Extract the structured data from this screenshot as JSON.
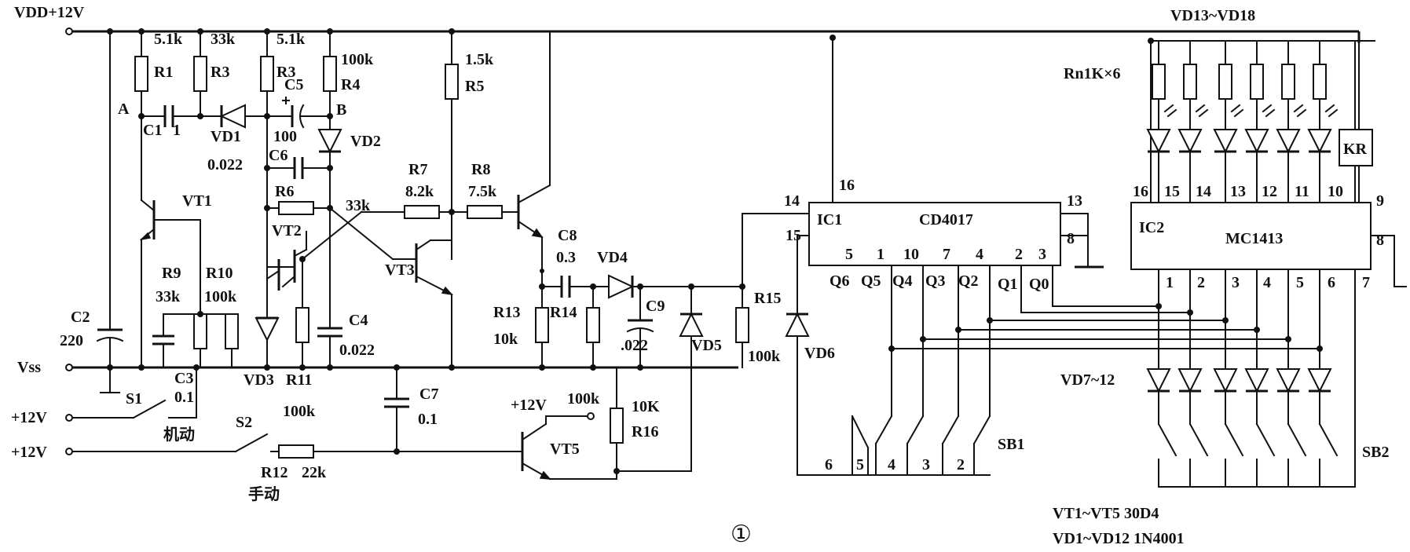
{
  "supply": {
    "vdd": "VDD+12V",
    "vss": "Vss",
    "plus12_a": "+12V",
    "plus12_b": "+12V",
    "plus12_c": "+12V"
  },
  "modes": {
    "auto": "机动",
    "manual": "手动"
  },
  "labels": {
    "A": "A",
    "B": "B",
    "R1": "R1",
    "R1v": "5.1k",
    "R3a": "R3",
    "R3av": "33k",
    "R3b": "R3",
    "R3bv": "5.1k",
    "R4": "R4",
    "R4v": "100k",
    "R5": "R5",
    "R5v": "1.5k",
    "C1": "C1",
    "C1v": "1",
    "VD1": "VD1",
    "C5": "C5",
    "C5v": "100",
    "VD2": "VD2",
    "C6": "C6",
    "C6v": "0.022",
    "R6": "R6",
    "R6v": "33k",
    "R7": "R7",
    "R7v": "8.2k",
    "R8": "R8",
    "R8v": "7.5k",
    "VT1": "VT1",
    "VT2": "VT2",
    "VT3": "VT3",
    "VT5": "VT5",
    "R9": "R9",
    "R9v": "33k",
    "R10": "R10",
    "R10v": "100k",
    "C2": "C2",
    "C2v": "220",
    "C3": "C3",
    "C3v": "0.1",
    "S1": "S1",
    "S2": "S2",
    "VD3": "VD3",
    "R11": "R11",
    "C4": "C4",
    "C4v": "0.022",
    "C7": "C7",
    "C7v": "0.1",
    "R12": "R12",
    "R12v": "22k",
    "S2v": "100k",
    "C8": "C8",
    "C8v": "0.3",
    "VD4": "VD4",
    "R13": "R13",
    "R13v": "10k",
    "R14": "R14",
    "C9": "C9",
    "C9v": ".022",
    "VD5": "VD5",
    "R15": "R15",
    "R15v": "100k",
    "VD6": "VD6",
    "R16": "R16",
    "R16v": "10K",
    "VT5v": "100k",
    "IC1": "IC1",
    "IC1name": "CD4017",
    "IC2": "IC2",
    "IC2name": "MC1413",
    "SB1": "SB1",
    "SB2": "SB2",
    "Rn": "Rn1K×6",
    "VD13": "VD13~VD18",
    "VD7": "VD7~12",
    "KR": "KR"
  },
  "ic1_pins": {
    "p14": "14",
    "p16": "16",
    "p13": "13",
    "p15": "15",
    "p8": "8",
    "top": [
      "5",
      "1",
      "10",
      "7",
      "4",
      "2",
      "3"
    ],
    "q": [
      "Q6",
      "Q5",
      "Q4",
      "Q3",
      "Q2",
      "Q1",
      "Q0"
    ]
  },
  "ic2_pins": {
    "top": [
      "16",
      "15",
      "14",
      "13",
      "12",
      "11",
      "10"
    ],
    "p9": "9",
    "p8": "8",
    "bottom": [
      "1",
      "2",
      "3",
      "4",
      "5",
      "6",
      "7"
    ]
  },
  "sb1_keys": [
    "6",
    "5",
    "4",
    "3",
    "2"
  ],
  "notes": {
    "vt": "VT1~VT5  30D4",
    "vd": "VD1~VD12  1N4001",
    "fig": "①"
  }
}
